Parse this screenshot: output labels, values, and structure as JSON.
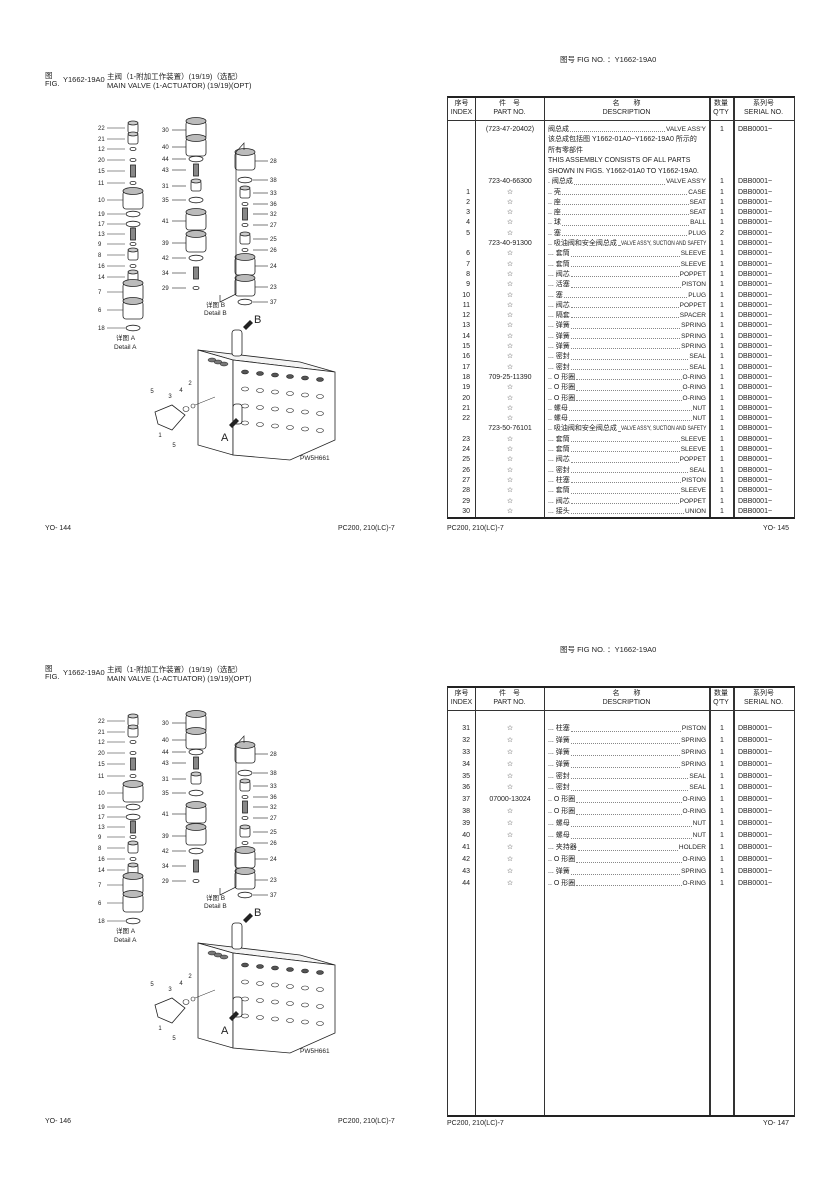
{
  "pages": {
    "p144": {
      "fig_cn": "图",
      "fig_en": "FIG.",
      "fig_no": "Y1662-19A0",
      "title_cn": "主阀（1-附加工作装置）(19/19)（选配）",
      "title_en": "MAIN VALVE (1-ACTUATOR) (19/19)(OPT)",
      "page_no": "YO- 144",
      "model": "PC200, 210(LC)-7"
    },
    "p145": {
      "fig_label": "图号 FIG NO. ：Y1662-19A0",
      "model": "PC200, 210(LC)-7",
      "page_no": "YO- 145"
    },
    "p146": {
      "fig_cn": "图",
      "fig_en": "FIG.",
      "fig_no": "Y1662-19A0",
      "title_cn": "主阀（1-附加工作装置）(19/19)（选配）",
      "title_en": "MAIN VALVE (1-ACTUATOR) (19/19)(OPT)",
      "page_no": "YO- 146",
      "model": "PC200, 210(LC)-7"
    },
    "p147": {
      "fig_label": "图号 FIG NO. ：Y1662-19A0",
      "model": "PC200, 210(LC)-7",
      "page_no": "YO- 147"
    }
  },
  "diagram": {
    "col_a": [
      "22",
      "21",
      "12",
      "20",
      "15",
      "11",
      "10",
      "19",
      "17",
      "13",
      "9",
      "8",
      "16",
      "14",
      "7",
      "6",
      "18"
    ],
    "col_b": [
      "30",
      "40",
      "44",
      "43",
      "31",
      "35",
      "41",
      "39",
      "42",
      "34",
      "29"
    ],
    "col_c": [
      "28",
      "38",
      "33",
      "36",
      "32",
      "27",
      "25",
      "26",
      "24",
      "23",
      "37"
    ],
    "block_callouts": [
      "5",
      "3",
      "4",
      "2",
      "1",
      "5"
    ],
    "detail_a_cn": "详图 A",
    "detail_a_en": "Detail A",
    "detail_b_cn": "详图 B",
    "detail_b_en": "Detail B",
    "arrow_a": "A",
    "arrow_b": "B",
    "drawing_no": "PW5H661"
  },
  "table_headers": {
    "index_cn": "序号",
    "index_en": "INDEX",
    "part_cn": "件　号",
    "part_en": "PART NO.",
    "desc_cn": "名　　称",
    "desc_en": "DESCRIPTION",
    "qty_cn": "数量",
    "qty_en": "Q'TY",
    "serial_cn": "系列号",
    "serial_en": "SERIAL NO."
  },
  "table_top": [
    {
      "index": "",
      "part": "(723-47-20402)",
      "level": "",
      "cn": "阀总成",
      "en": "VALVE ASS'Y",
      "qty": "1",
      "serial": "DBB0001~",
      "note_cn": [
        "该总成包括图 Y1662-01A0~Y1662-19A0 所示的",
        "所有零部件"
      ],
      "note_en": [
        "THIS ASSEMBLY CONSISTS OF ALL PARTS",
        "SHOWN IN FIGS. Y1662-01A0 TO Y1662-19A0."
      ]
    },
    {
      "index": "",
      "part": "723-40-66300",
      "level": ".",
      "cn": "阀总成",
      "en": "VALVE ASS'Y",
      "qty": "1",
      "serial": "DBB0001~"
    },
    {
      "index": "1",
      "part": "☆",
      "level": "..",
      "cn": "壳",
      "en": "CASE",
      "qty": "1",
      "serial": "DBB0001~"
    },
    {
      "index": "2",
      "part": "☆",
      "level": "..",
      "cn": "座",
      "en": "SEAT",
      "qty": "1",
      "serial": "DBB0001~"
    },
    {
      "index": "3",
      "part": "☆",
      "level": "..",
      "cn": "座",
      "en": "SEAT",
      "qty": "1",
      "serial": "DBB0001~"
    },
    {
      "index": "4",
      "part": "☆",
      "level": "..",
      "cn": "球",
      "en": "BALL",
      "qty": "1",
      "serial": "DBB0001~"
    },
    {
      "index": "5",
      "part": "☆",
      "level": "..",
      "cn": "塞",
      "en": "PLUG",
      "qty": "2",
      "serial": "DBB0001~"
    },
    {
      "index": "",
      "part": "723-40-91300",
      "level": "..",
      "cn": "吸油阀和安全阀总成",
      "en": "VALVE ASS'Y, SUCTION AND SAFETY",
      "qty": "1",
      "serial": "DBB0001~"
    },
    {
      "index": "6",
      "part": "☆",
      "level": "...",
      "cn": "套筒",
      "en": "SLEEVE",
      "qty": "1",
      "serial": "DBB0001~"
    },
    {
      "index": "7",
      "part": "☆",
      "level": "...",
      "cn": "套筒",
      "en": "SLEEVE",
      "qty": "1",
      "serial": "DBB0001~"
    },
    {
      "index": "8",
      "part": "☆",
      "level": "...",
      "cn": "阀芯",
      "en": "POPPET",
      "qty": "1",
      "serial": "DBB0001~"
    },
    {
      "index": "9",
      "part": "☆",
      "level": "...",
      "cn": "活塞",
      "en": "PISTON",
      "qty": "1",
      "serial": "DBB0001~"
    },
    {
      "index": "10",
      "part": "☆",
      "level": "...",
      "cn": "塞",
      "en": "PLUG",
      "qty": "1",
      "serial": "DBB0001~"
    },
    {
      "index": "11",
      "part": "☆",
      "level": "...",
      "cn": "阀芯",
      "en": "POPPET",
      "qty": "1",
      "serial": "DBB0001~"
    },
    {
      "index": "12",
      "part": "☆",
      "level": "...",
      "cn": "隔套",
      "en": "SPACER",
      "qty": "1",
      "serial": "DBB0001~"
    },
    {
      "index": "13",
      "part": "☆",
      "level": "...",
      "cn": "弹簧",
      "en": "SPRING",
      "qty": "1",
      "serial": "DBB0001~"
    },
    {
      "index": "14",
      "part": "☆",
      "level": "...",
      "cn": "弹簧",
      "en": "SPRING",
      "qty": "1",
      "serial": "DBB0001~"
    },
    {
      "index": "15",
      "part": "☆",
      "level": "...",
      "cn": "弹簧",
      "en": "SPRING",
      "qty": "1",
      "serial": "DBB0001~"
    },
    {
      "index": "16",
      "part": "☆",
      "level": "...",
      "cn": "密封",
      "en": "SEAL",
      "qty": "1",
      "serial": "DBB0001~"
    },
    {
      "index": "17",
      "part": "☆",
      "level": "...",
      "cn": "密封",
      "en": "SEAL",
      "qty": "1",
      "serial": "DBB0001~"
    },
    {
      "index": "18",
      "part": "709-25-11390",
      "level": "..",
      "cn": "O 形圈",
      "en": "O-RING",
      "qty": "1",
      "serial": "DBB0001~"
    },
    {
      "index": "19",
      "part": "☆",
      "level": "..",
      "cn": "O 形圈",
      "en": "O-RING",
      "qty": "1",
      "serial": "DBB0001~"
    },
    {
      "index": "20",
      "part": "☆",
      "level": "..",
      "cn": "O 形圈",
      "en": "O-RING",
      "qty": "1",
      "serial": "DBB0001~"
    },
    {
      "index": "21",
      "part": "☆",
      "level": "..",
      "cn": "螺母",
      "en": "NUT",
      "qty": "1",
      "serial": "DBB0001~"
    },
    {
      "index": "22",
      "part": "☆",
      "level": "..",
      "cn": "螺母",
      "en": "NUT",
      "qty": "1",
      "serial": "DBB0001~"
    },
    {
      "index": "",
      "part": "723-50-76101",
      "level": "..",
      "cn": "吸油阀和安全阀总成",
      "en": "VALVE ASS'Y, SUCTION AND SAFETY",
      "qty": "1",
      "serial": "DBB0001~"
    },
    {
      "index": "23",
      "part": "☆",
      "level": "...",
      "cn": "套筒",
      "en": "SLEEVE",
      "qty": "1",
      "serial": "DBB0001~"
    },
    {
      "index": "24",
      "part": "☆",
      "level": "...",
      "cn": "套筒",
      "en": "SLEEVE",
      "qty": "1",
      "serial": "DBB0001~"
    },
    {
      "index": "25",
      "part": "☆",
      "level": "...",
      "cn": "阀芯",
      "en": "POPPET",
      "qty": "1",
      "serial": "DBB0001~"
    },
    {
      "index": "26",
      "part": "☆",
      "level": "...",
      "cn": "密封",
      "en": "SEAL",
      "qty": "1",
      "serial": "DBB0001~"
    },
    {
      "index": "27",
      "part": "☆",
      "level": "...",
      "cn": "柱塞",
      "en": "PISTON",
      "qty": "1",
      "serial": "DBB0001~"
    },
    {
      "index": "28",
      "part": "☆",
      "level": "...",
      "cn": "套筒",
      "en": "SLEEVE",
      "qty": "1",
      "serial": "DBB0001~"
    },
    {
      "index": "29",
      "part": "☆",
      "level": "...",
      "cn": "阀芯",
      "en": "POPPET",
      "qty": "1",
      "serial": "DBB0001~"
    },
    {
      "index": "30",
      "part": "☆",
      "level": "...",
      "cn": "接头",
      "en": "UNION",
      "qty": "1",
      "serial": "DBB0001~"
    }
  ],
  "table_bottom": [
    {
      "index": "31",
      "part": "☆",
      "level": "...",
      "cn": "柱塞",
      "en": "PISTON",
      "qty": "1",
      "serial": "DBB0001~"
    },
    {
      "index": "32",
      "part": "☆",
      "level": "...",
      "cn": "弹簧",
      "en": "SPRING",
      "qty": "1",
      "serial": "DBB0001~"
    },
    {
      "index": "33",
      "part": "☆",
      "level": "...",
      "cn": "弹簧",
      "en": "SPRING",
      "qty": "1",
      "serial": "DBB0001~"
    },
    {
      "index": "34",
      "part": "☆",
      "level": "...",
      "cn": "弹簧",
      "en": "SPRING",
      "qty": "1",
      "serial": "DBB0001~"
    },
    {
      "index": "35",
      "part": "☆",
      "level": "...",
      "cn": "密封",
      "en": "SEAL",
      "qty": "1",
      "serial": "DBB0001~"
    },
    {
      "index": "36",
      "part": "☆",
      "level": "...",
      "cn": "密封",
      "en": "SEAL",
      "qty": "1",
      "serial": "DBB0001~"
    },
    {
      "index": "37",
      "part": "07000-13024",
      "level": "..",
      "cn": "O 形圈",
      "en": "O-RING",
      "qty": "1",
      "serial": "DBB0001~"
    },
    {
      "index": "38",
      "part": "☆",
      "level": "..",
      "cn": "O 形圈",
      "en": "O-RING",
      "qty": "1",
      "serial": "DBB0001~"
    },
    {
      "index": "39",
      "part": "☆",
      "level": "...",
      "cn": "螺母",
      "en": "NUT",
      "qty": "1",
      "serial": "DBB0001~"
    },
    {
      "index": "40",
      "part": "☆",
      "level": "...",
      "cn": "螺母",
      "en": "NUT",
      "qty": "1",
      "serial": "DBB0001~"
    },
    {
      "index": "41",
      "part": "☆",
      "level": "...",
      "cn": "夹持器",
      "en": "HOLDER",
      "qty": "1",
      "serial": "DBB0001~"
    },
    {
      "index": "42",
      "part": "☆",
      "level": "..",
      "cn": "O 形圈",
      "en": "O-RING",
      "qty": "1",
      "serial": "DBB0001~"
    },
    {
      "index": "43",
      "part": "☆",
      "level": "...",
      "cn": "弹簧",
      "en": "SPRING",
      "qty": "1",
      "serial": "DBB0001~"
    },
    {
      "index": "44",
      "part": "☆",
      "level": "..",
      "cn": "O 形圈",
      "en": "O-RING",
      "qty": "1",
      "serial": "DBB0001~"
    }
  ]
}
